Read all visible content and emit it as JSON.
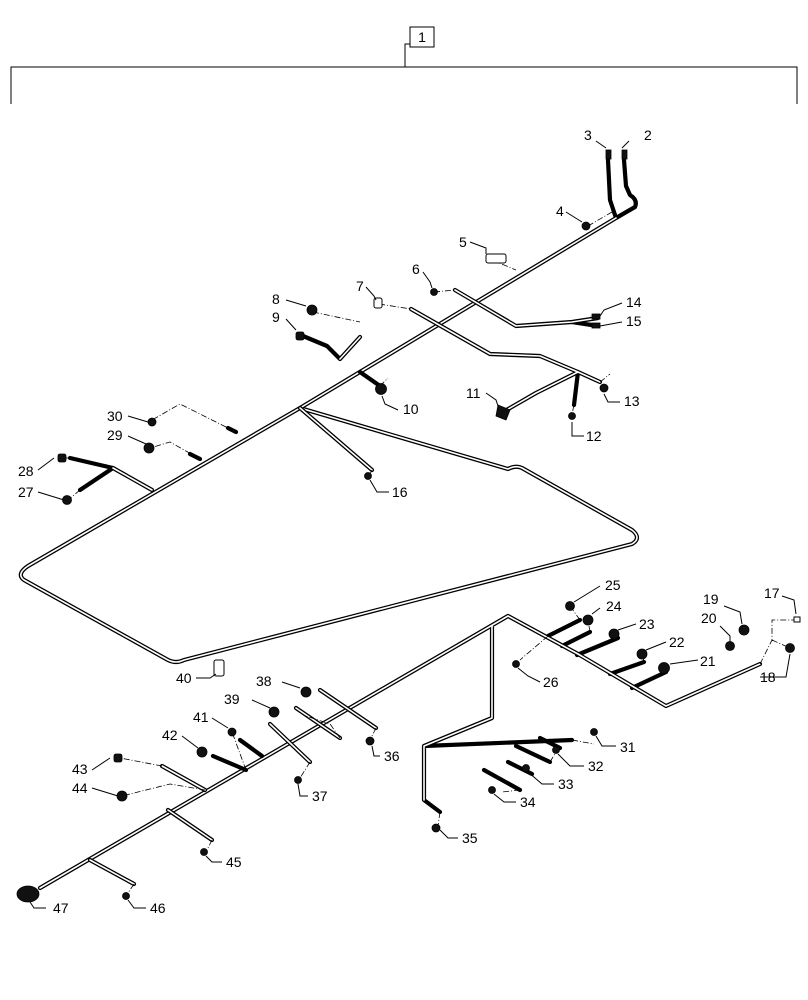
{
  "assembly": {
    "item_number": "1"
  },
  "callouts": [
    {
      "label": "2"
    },
    {
      "label": "3"
    },
    {
      "label": "4"
    },
    {
      "label": "5"
    },
    {
      "label": "6"
    },
    {
      "label": "7"
    },
    {
      "label": "8"
    },
    {
      "label": "9"
    },
    {
      "label": "10"
    },
    {
      "label": "11"
    },
    {
      "label": "12"
    },
    {
      "label": "13"
    },
    {
      "label": "14"
    },
    {
      "label": "15"
    },
    {
      "label": "16"
    },
    {
      "label": "17"
    },
    {
      "label": "18"
    },
    {
      "label": "19"
    },
    {
      "label": "20"
    },
    {
      "label": "21"
    },
    {
      "label": "22"
    },
    {
      "label": "23"
    },
    {
      "label": "24"
    },
    {
      "label": "25"
    },
    {
      "label": "26"
    },
    {
      "label": "27"
    },
    {
      "label": "28"
    },
    {
      "label": "29"
    },
    {
      "label": "30"
    },
    {
      "label": "31"
    },
    {
      "label": "32"
    },
    {
      "label": "33"
    },
    {
      "label": "34"
    },
    {
      "label": "35"
    },
    {
      "label": "36"
    },
    {
      "label": "37"
    },
    {
      "label": "38"
    },
    {
      "label": "39"
    },
    {
      "label": "40"
    },
    {
      "label": "41"
    },
    {
      "label": "42"
    },
    {
      "label": "43"
    },
    {
      "label": "44"
    },
    {
      "label": "45"
    },
    {
      "label": "46"
    },
    {
      "label": "47"
    }
  ]
}
